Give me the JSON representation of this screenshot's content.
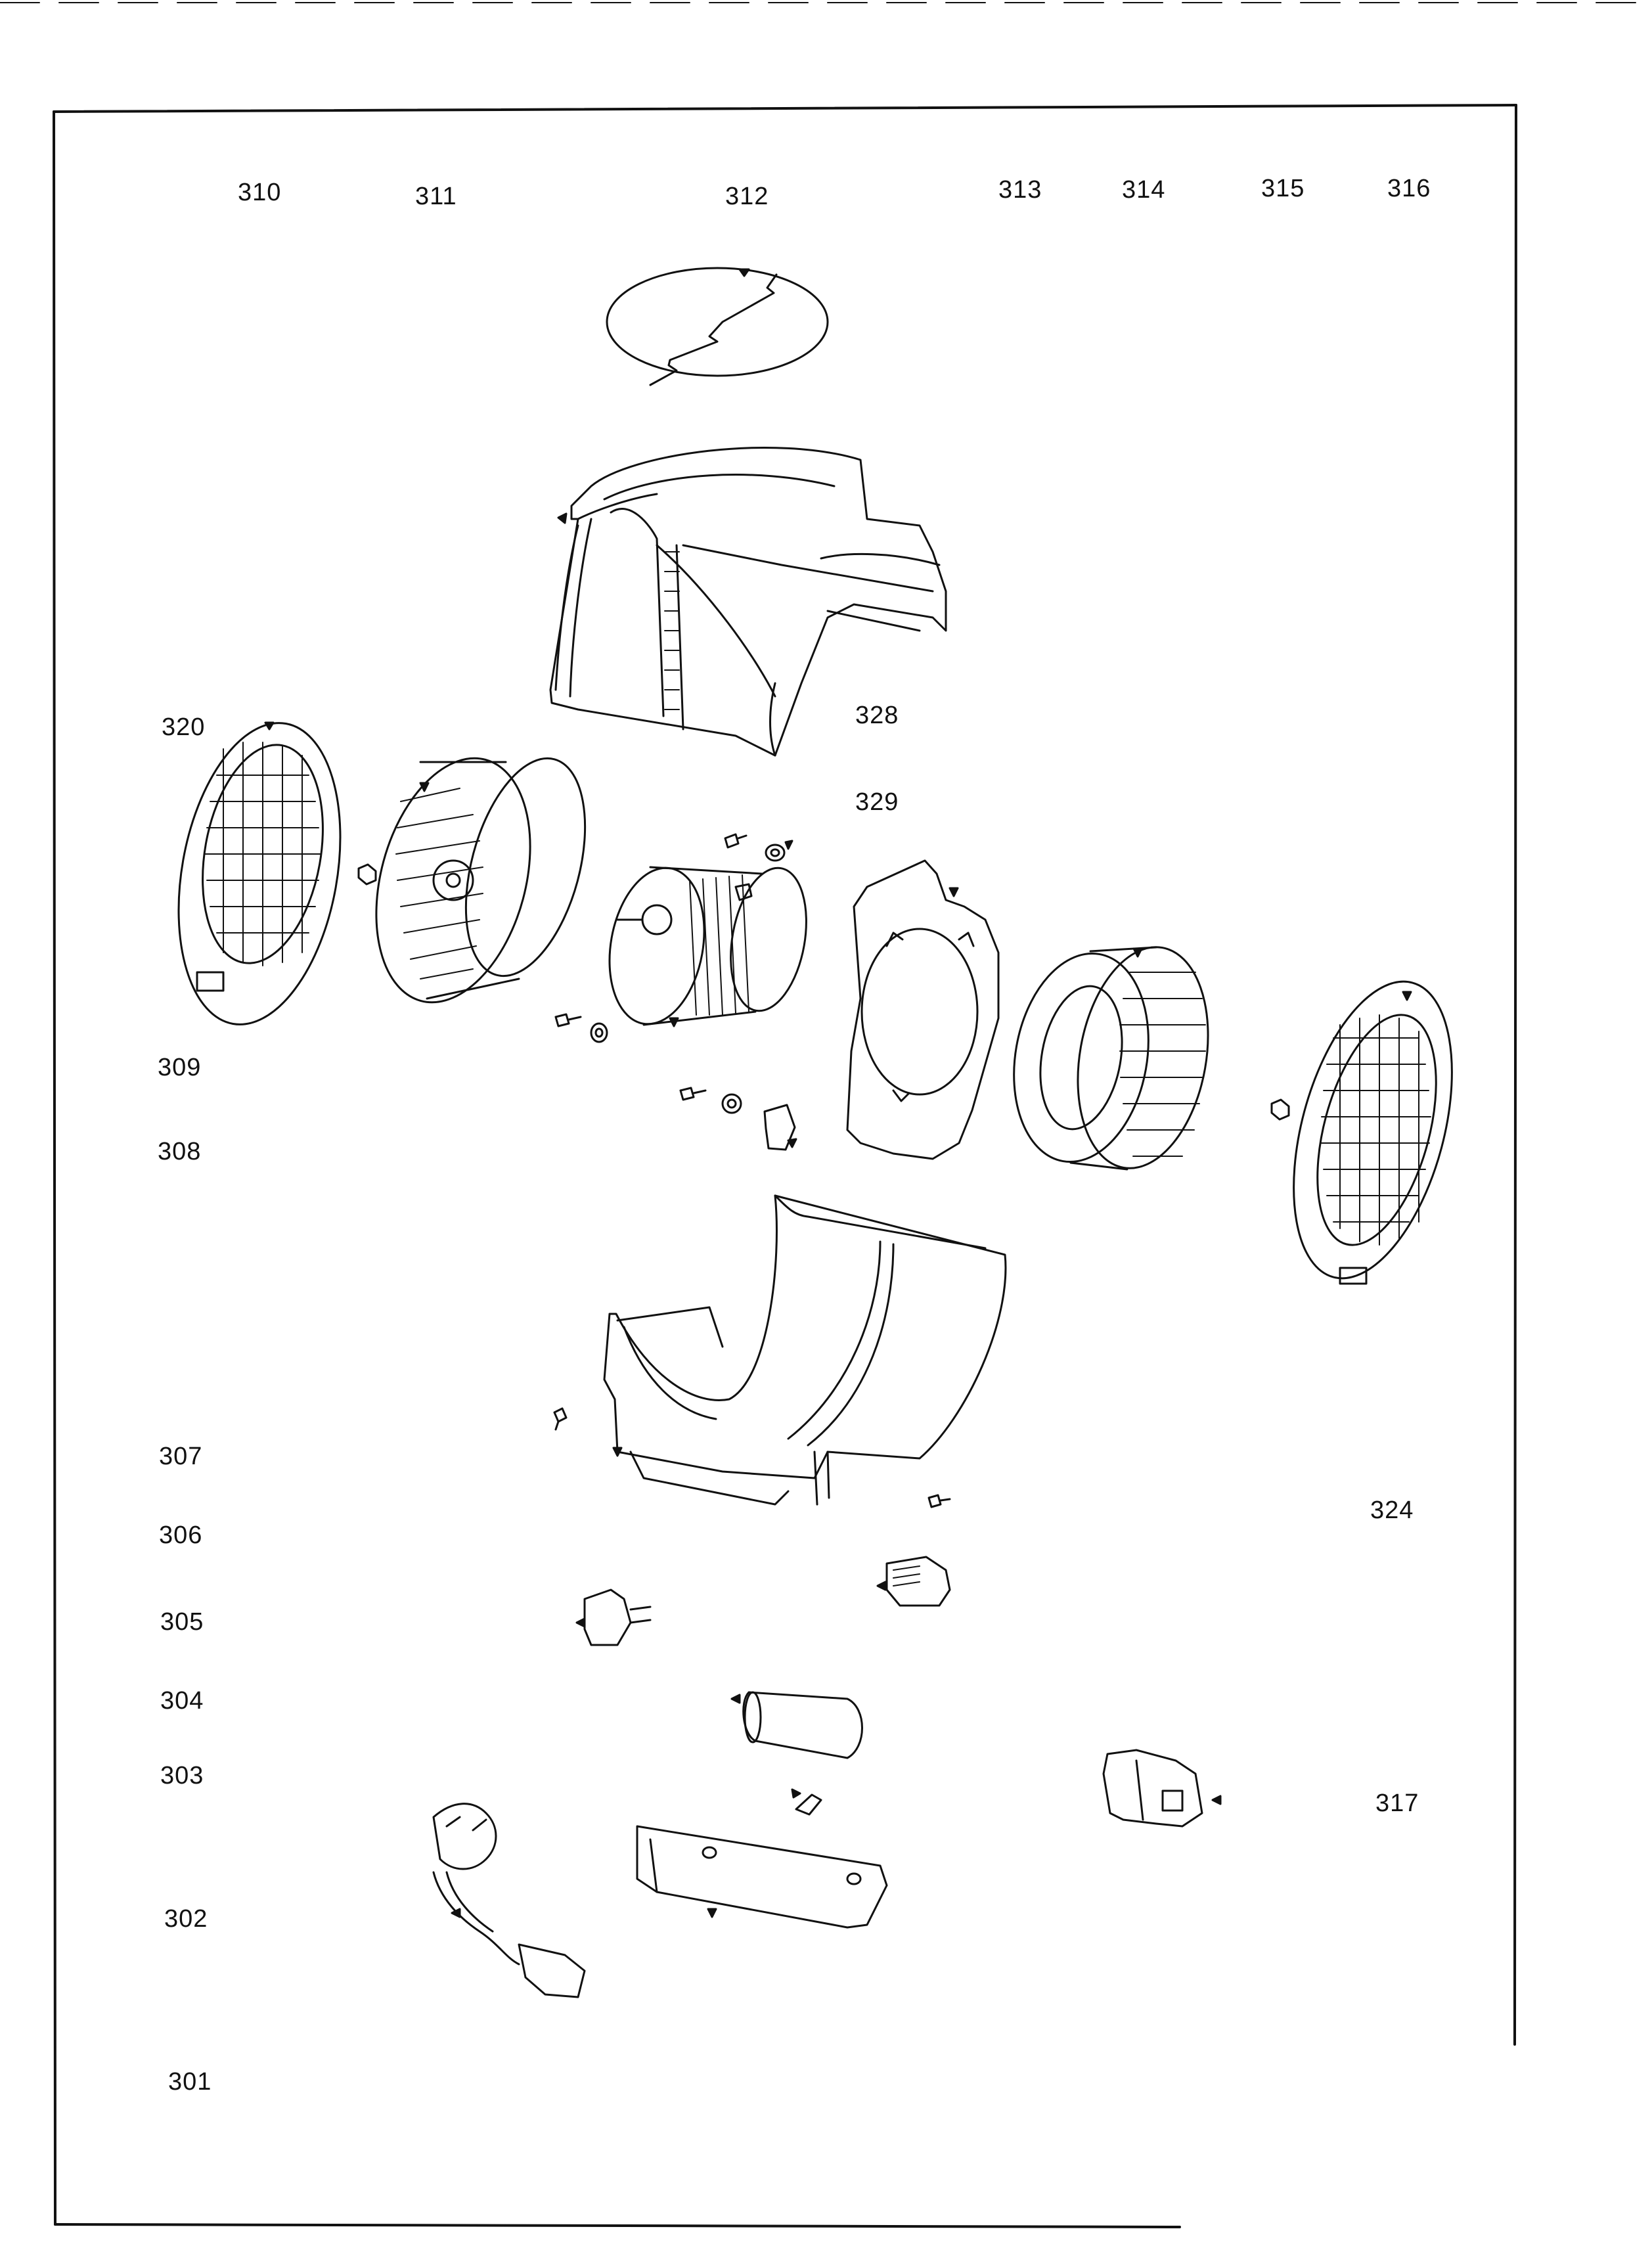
{
  "labels": {
    "l310": "310",
    "l311": "311",
    "l312": "312",
    "l313": "313",
    "l314": "314",
    "l315": "315",
    "l316": "316",
    "l320": "320",
    "l328": "328",
    "l329": "329",
    "l309": "309",
    "l308": "308",
    "l307": "307",
    "l306": "306",
    "l305": "305",
    "l304": "304",
    "l303": "303",
    "l302": "302",
    "l301": "301",
    "l324": "324",
    "l317": "317"
  },
  "colors": {
    "line": "#111111",
    "paper": "#ffffff"
  }
}
